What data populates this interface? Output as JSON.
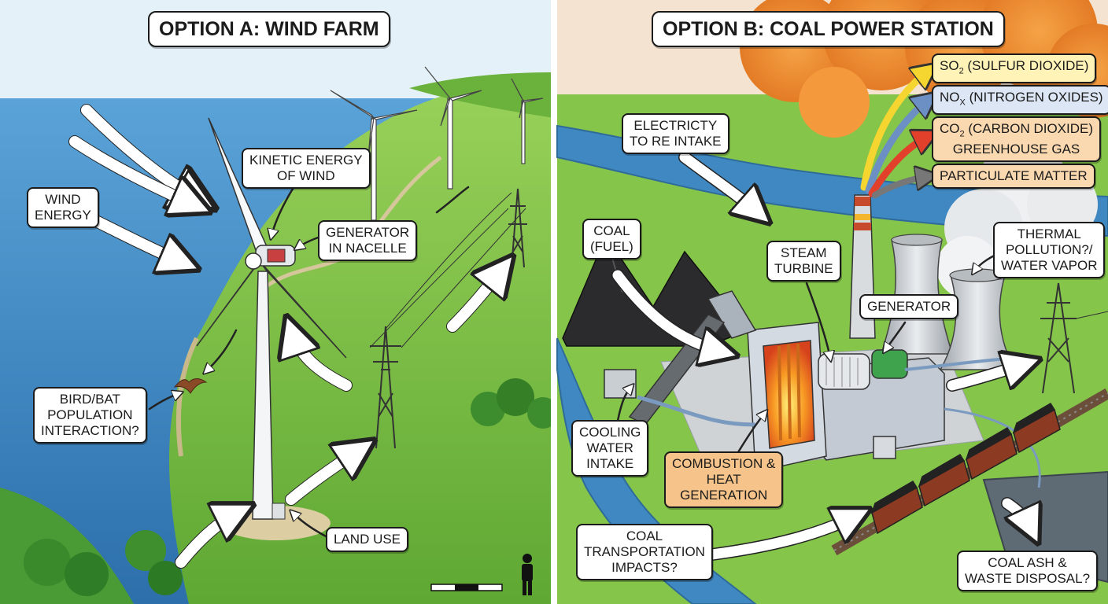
{
  "panels": {
    "wind": {
      "title": "OPTION A: WIND FARM",
      "labels": {
        "wind_energy": [
          "WIND",
          "ENERGY"
        ],
        "kinetic": [
          "KINETIC ENERGY",
          "OF WIND"
        ],
        "generator": [
          "GENERATOR",
          "IN NACELLE"
        ],
        "bird": [
          "BIRD/BAT",
          "POPULATION",
          "INTERACTION?"
        ],
        "land_use": [
          "LAND USE"
        ]
      }
    },
    "coal": {
      "title": "OPTION B: COAL POWER STATION",
      "labels": {
        "electricity": [
          "ELECTRICTY",
          "TO RE INTAKE"
        ],
        "coal_fuel": [
          "COAL",
          "(FUEL)"
        ],
        "steam_turbine": [
          "STEAM",
          "TURBINE"
        ],
        "generator": [
          "GENERATOR"
        ],
        "thermal": [
          "THERMAL",
          "POLLUTION?/",
          "WATER VAPOR"
        ],
        "cooling": [
          "COOLING",
          "WATER",
          "INTAKE"
        ],
        "combustion": [
          "COMBUSTION &",
          "HEAT",
          "GENERATION"
        ],
        "transport": [
          "COAL",
          "TRANSPORTATION",
          "IMPACTS?"
        ],
        "ash": [
          "COAL ASH &",
          "WASTE DISPOSAL?"
        ]
      },
      "emissions": {
        "so2": {
          "pre": "SO",
          "sub": "2",
          "post": " (SULFUR DIOXIDE)"
        },
        "nox": {
          "pre": "NO",
          "sub": "x",
          "post": " (NITROGEN OXIDES)"
        },
        "co2": {
          "pre": "CO",
          "sub": "2",
          "post": " (CARBON DIOXIDE)",
          "line2": "GREENHOUSE GAS"
        },
        "pm": "PARTICULATE MATTER"
      }
    }
  },
  "colors": {
    "sea": "#3f86c2",
    "grass": "#7cc043",
    "sky_left": "#e4f1f8",
    "smoke": "#f08a2a",
    "label_yellow": "#fff3b8",
    "label_orange": "#fbd9b0",
    "label_combustion": "#f6c48a"
  }
}
